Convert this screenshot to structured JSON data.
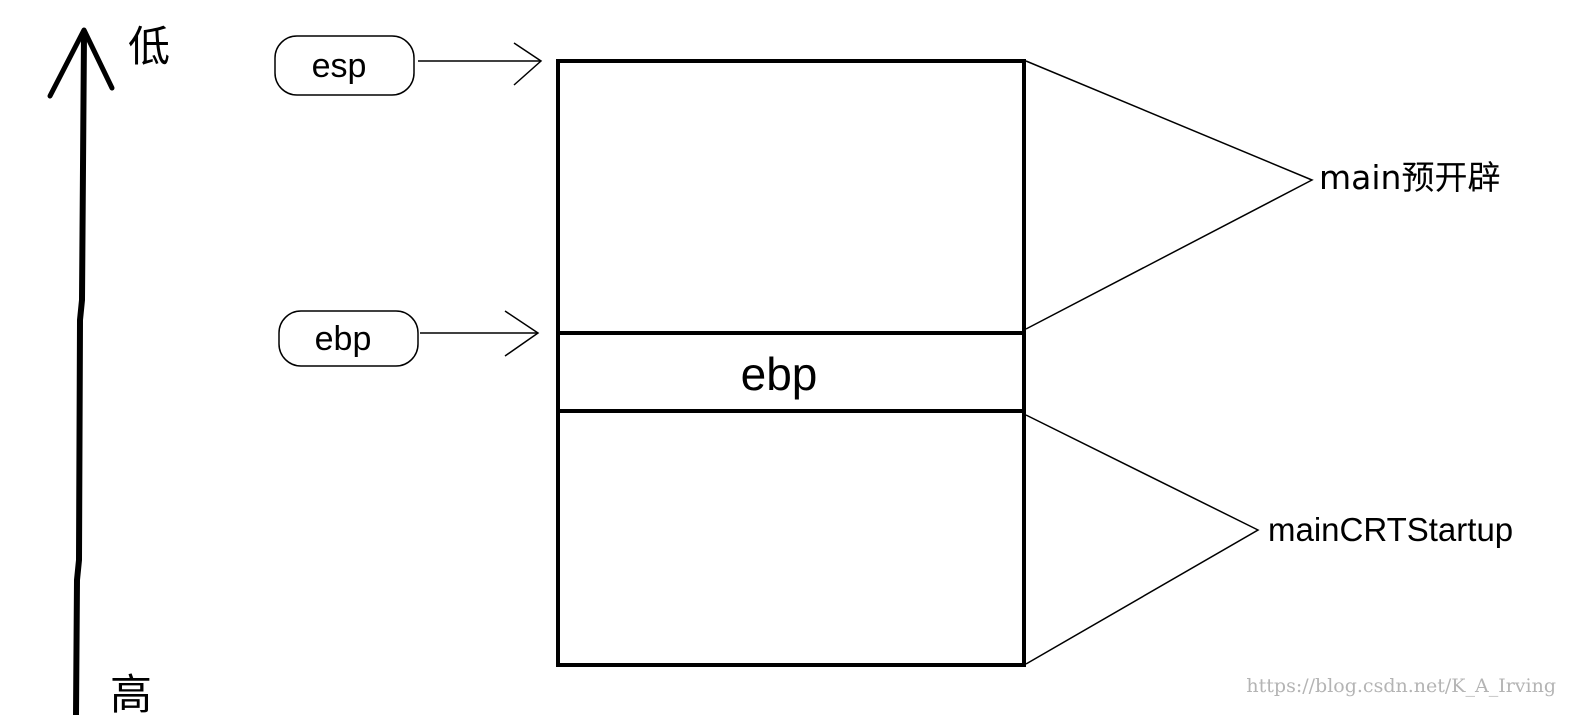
{
  "axis": {
    "top_label": "低",
    "bottom_label": "高"
  },
  "pointers": {
    "esp_label": "esp",
    "ebp_label": "ebp"
  },
  "stack": {
    "saved_ebp_label": "ebp"
  },
  "braces": {
    "upper_label": "main预开辟",
    "lower_label": "mainCRTStartup"
  },
  "watermark": "https://blog.csdn.net/K_A_Irving",
  "colors": {
    "line": "#000000",
    "background": "#ffffff",
    "watermark": "#b4b4b4"
  }
}
